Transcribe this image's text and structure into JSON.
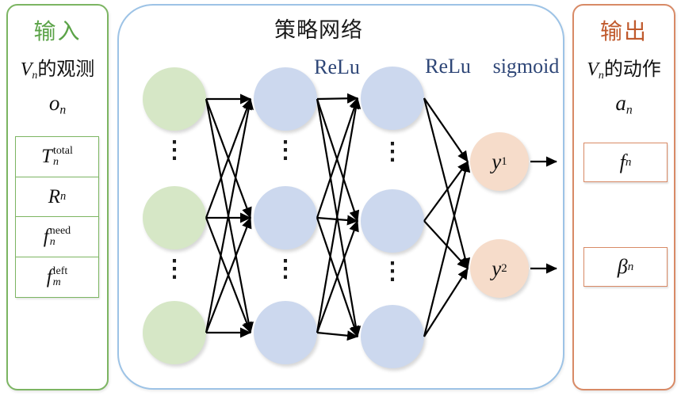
{
  "colors": {
    "input_panel_border": "#7cb562",
    "input_title": "#5ba348",
    "input_node_fill": "#d6e7c6",
    "network_panel_border": "#9dc3e6",
    "hidden_node_fill": "#ccd8ee",
    "output_node_fill": "#f6dcca",
    "output_panel_border": "#d88a66",
    "output_title": "#c05a2d",
    "activation_label": "#2e4677",
    "edge": "#000000"
  },
  "input_panel": {
    "title": "输入",
    "subtitle": {
      "var": "V",
      "sub": "n",
      "rest": "的观测"
    },
    "symbol": {
      "base": "o",
      "sub": "n"
    },
    "boxes": [
      {
        "base": "T",
        "sub": "n",
        "sup": "total"
      },
      {
        "base": "R",
        "sub": "n",
        "sup": ""
      },
      {
        "base": "f",
        "sub": "n",
        "sup": "need"
      },
      {
        "base": "f",
        "sub": "m",
        "sup": "left"
      }
    ]
  },
  "network": {
    "title": "策略网络",
    "activation_labels": {
      "hidden1": "ReLu",
      "hidden2": "ReLu",
      "output": "sigmoid"
    },
    "ellipsis": "⋮",
    "output_nodes": [
      {
        "base": "y",
        "sub": "1"
      },
      {
        "base": "y",
        "sub": "2"
      }
    ]
  },
  "output_panel": {
    "title": "输出",
    "subtitle": {
      "var": "V",
      "sub": "n",
      "rest": "的动作"
    },
    "symbol": {
      "base": "a",
      "sub": "n"
    },
    "boxes": [
      {
        "base": "f",
        "sub": "n"
      },
      {
        "base": "β",
        "sub": "n"
      }
    ]
  }
}
